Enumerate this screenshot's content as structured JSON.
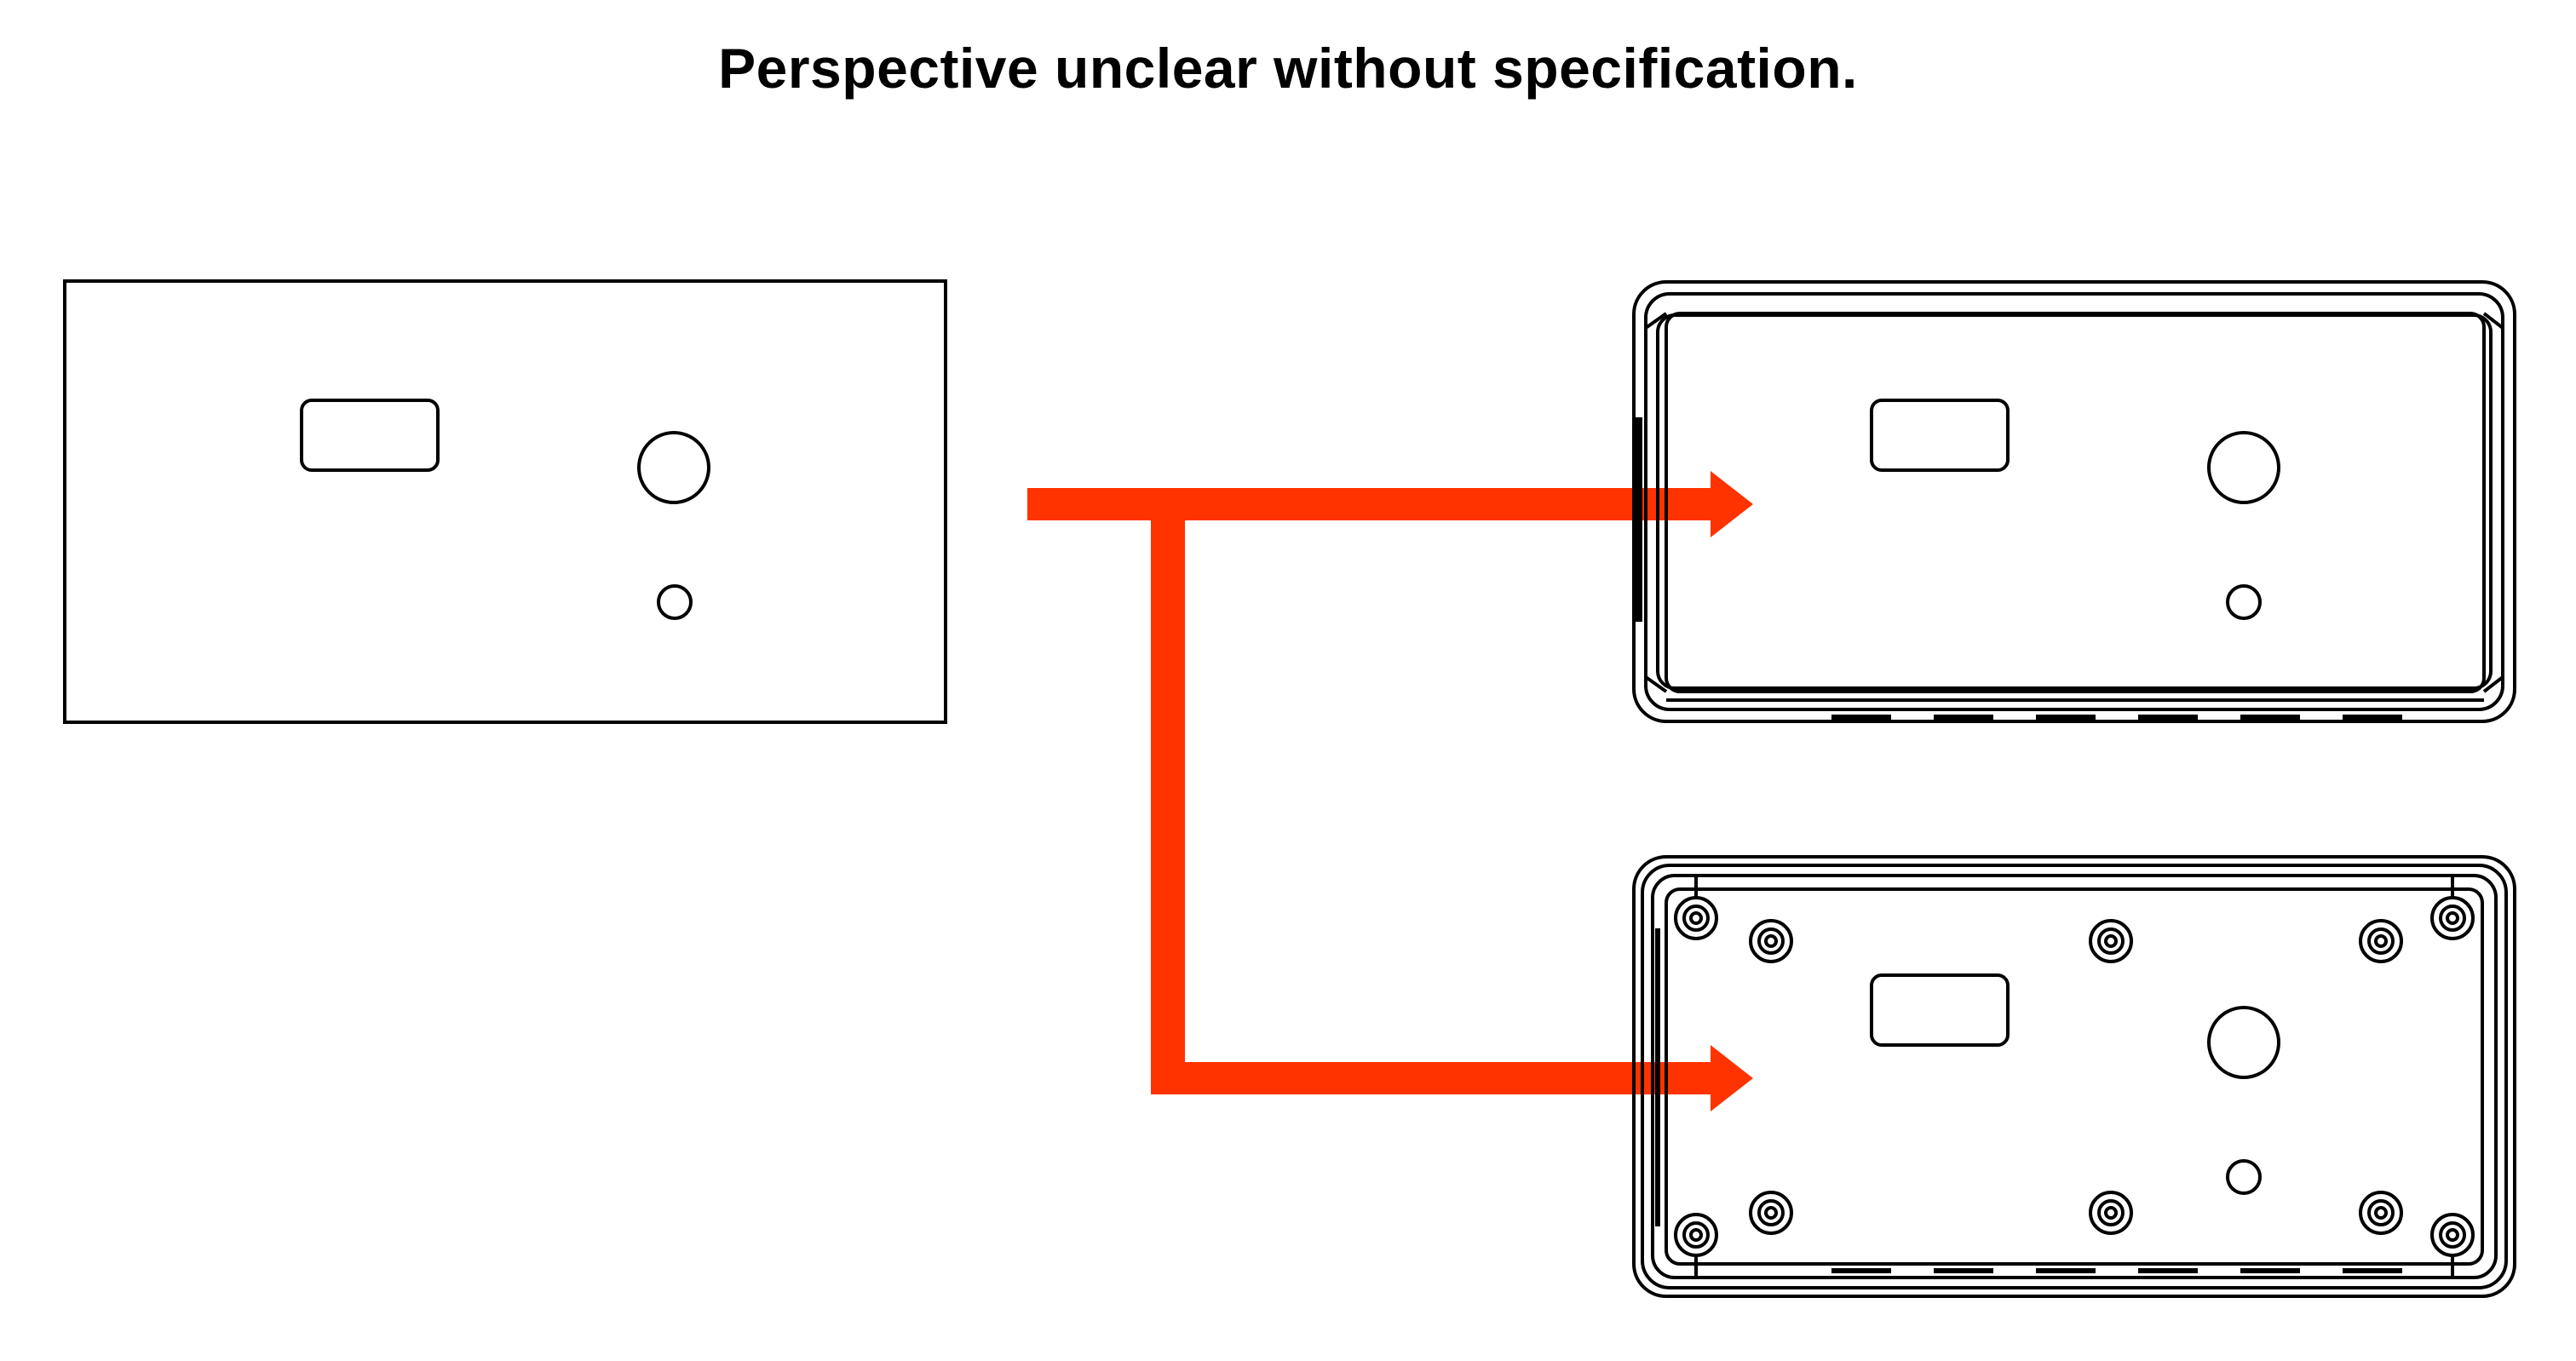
{
  "title": "Perspective unclear without specification.",
  "colors": {
    "arrow": "#ff3300",
    "line": "#000000",
    "background": "#ffffff"
  },
  "icons": {
    "arrow": "right-arrow-icon",
    "flat_panel": "flat-panel-drawing",
    "front_view": "enclosure-front-view-drawing",
    "back_view": "enclosure-back-view-drawing"
  }
}
